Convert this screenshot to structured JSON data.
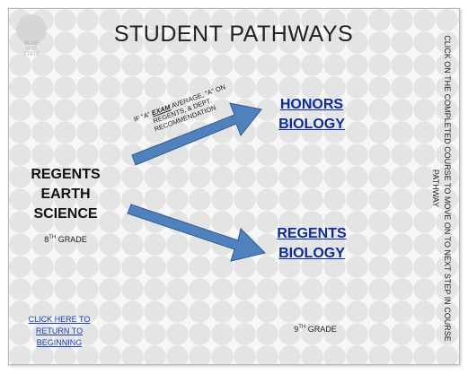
{
  "title": "STUDENT PATHWAYS",
  "badge_text": "BLUE NSE STATE",
  "condition_prefix": "IF \"A\" ",
  "condition_emphasis": "EXAM",
  "condition_suffix": " AVERAGE, \"A\" ON REGENTS, & DEPT. RECOMMENDATION",
  "start_course": {
    "lines": [
      "REGENTS",
      "EARTH",
      "SCIENCE"
    ],
    "grade": "8",
    "grade_suffix": "TH",
    "grade_word": " GRADE"
  },
  "honors_course": {
    "lines": [
      "HONORS",
      "BIOLOGY"
    ]
  },
  "regents_course": {
    "lines": [
      "REGENTS",
      "BIOLOGY"
    ]
  },
  "grade9": {
    "grade": "9",
    "grade_suffix": "TH",
    "grade_word": " GRADE"
  },
  "back_link": {
    "lines": [
      "CLICK HERE TO",
      "RETURN TO",
      "BEGINNING"
    ]
  },
  "side_instruction": "CLICK ON THE COMPLETED COURSE TO MOVE ON TO NEXT STEP IN COURSE PATHWAY",
  "colors": {
    "arrow_fill": "#4f81bd",
    "arrow_stroke": "#2f5c8f",
    "link": "#0b2a9e"
  }
}
